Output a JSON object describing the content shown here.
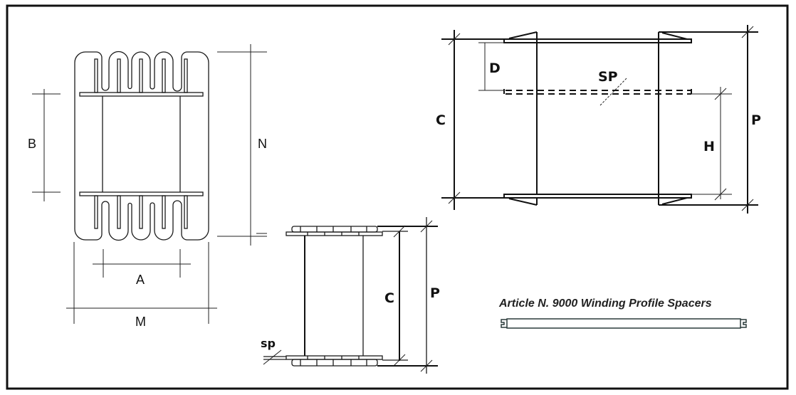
{
  "left_view": {
    "label_b": "B",
    "label_n": "N",
    "label_a": "A",
    "label_m": "M"
  },
  "top_right_view": {
    "label_c": "C",
    "label_d": "D",
    "label_sp": "SP",
    "label_h": "H",
    "label_p": "P"
  },
  "bottom_view": {
    "label_c": "C",
    "label_p": "P",
    "label_sp": "sp"
  },
  "caption": "Article N. 9000 Winding Profile Spacers",
  "colors": {
    "line": "#1a1a1a",
    "background": "#ffffff"
  }
}
